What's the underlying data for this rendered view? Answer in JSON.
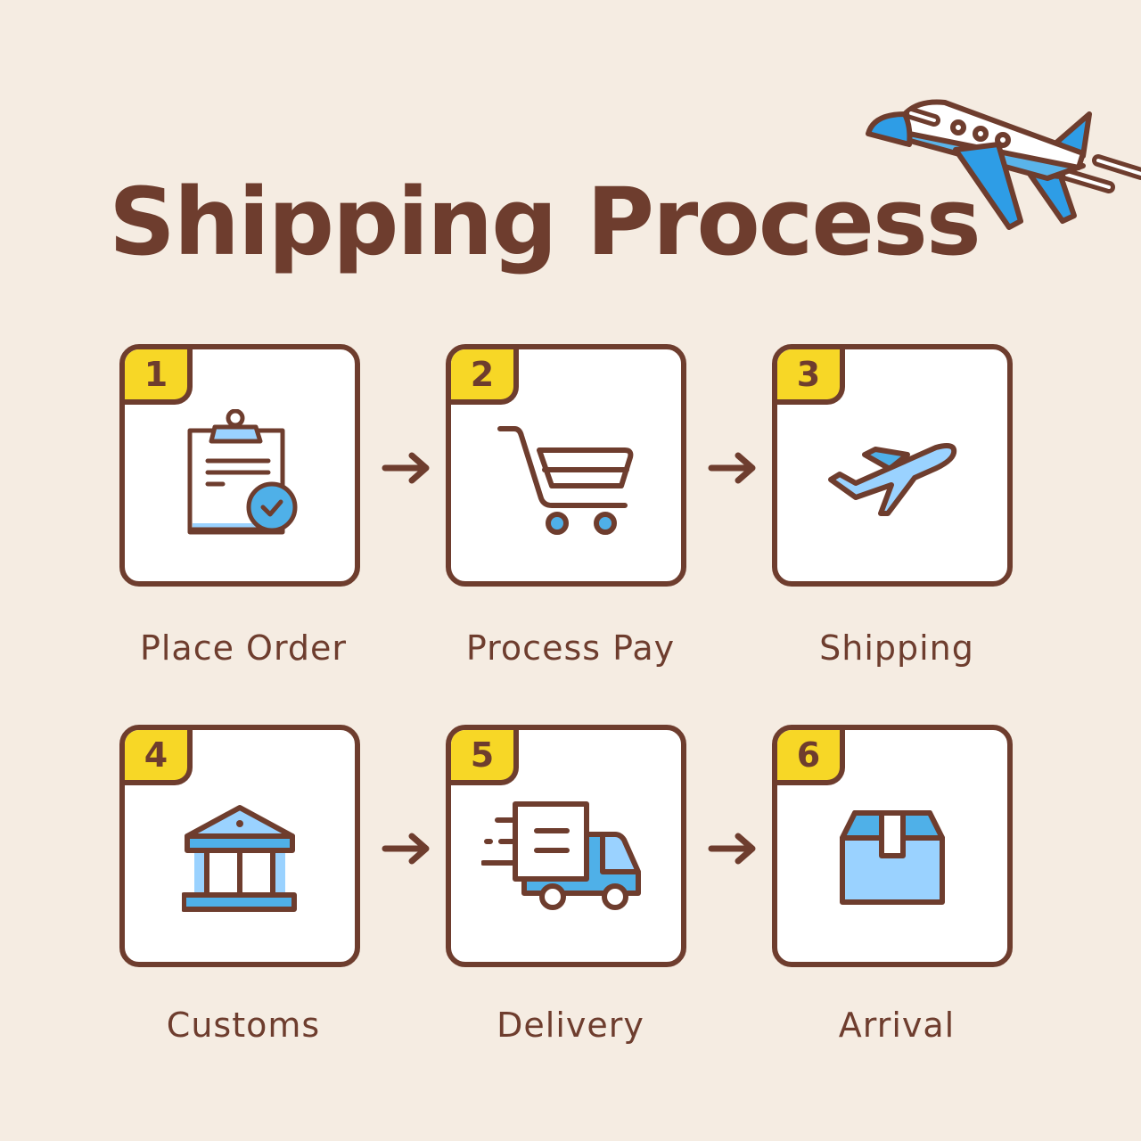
{
  "title": "Shipping Process",
  "colors": {
    "background": "#f5ece2",
    "outline": "#6e3d2e",
    "badge": "#f7d726",
    "blue": "#2e9de6",
    "light_blue": "#9ad2ff",
    "card": "#ffffff"
  },
  "steps": [
    {
      "number": "1",
      "label": "Place Order",
      "icon": "clipboard-check-icon"
    },
    {
      "number": "2",
      "label": "Process Pay",
      "icon": "shopping-cart-icon"
    },
    {
      "number": "3",
      "label": "Shipping",
      "icon": "airplane-icon"
    },
    {
      "number": "4",
      "label": "Customs",
      "icon": "government-building-icon"
    },
    {
      "number": "5",
      "label": "Delivery",
      "icon": "delivery-truck-icon"
    },
    {
      "number": "6",
      "label": "Arrival",
      "icon": "package-box-icon"
    }
  ],
  "arrows": [
    "arrow-right-icon",
    "arrow-right-icon",
    "arrow-right-icon",
    "arrow-right-icon"
  ]
}
